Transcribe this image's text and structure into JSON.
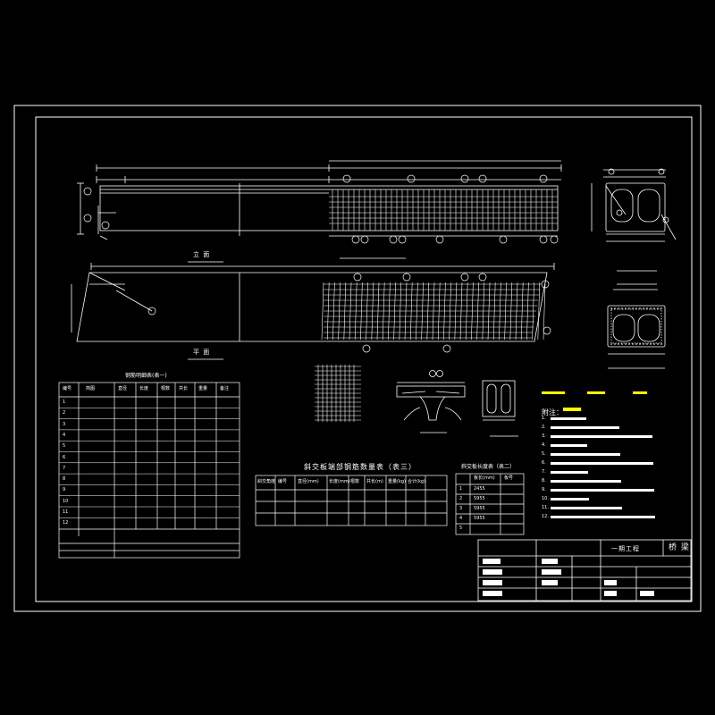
{
  "colors": {
    "background": "#000000",
    "lines": "#ffffff",
    "highlight": "#ffff00",
    "circles": "#ffffff"
  },
  "titles": {
    "elevation": "立 面",
    "plan": "平 面",
    "table3": "斜交板端部钢筋数量表（表三）",
    "table2": "斜交板长度表（表二）",
    "table1": "钢筋明细表(表一)",
    "title_block_project": "一期工程",
    "title_block_drawing": "桥 梁"
  },
  "notes": {
    "header": "附注：",
    "items": [
      "1.",
      "2.",
      "3.",
      "4.",
      "5.",
      "6.",
      "7.",
      "8.",
      "9.",
      "10.",
      "11.",
      "12."
    ]
  },
  "table2": {
    "header": [
      "",
      "板长(mm)",
      "板号"
    ],
    "rows": [
      [
        "1",
        "2455",
        ""
      ],
      [
        "2",
        "5955",
        ""
      ],
      [
        "3",
        "5955",
        ""
      ],
      [
        "4",
        "5955",
        ""
      ],
      [
        "5",
        "",
        ""
      ]
    ]
  },
  "table1": {
    "header": [
      "编号",
      "简图",
      "直径",
      "长度",
      "根数",
      "共长",
      "重量",
      "备注"
    ],
    "rows": [
      [
        "1",
        "",
        "",
        "",
        "",
        "",
        "",
        ""
      ],
      [
        "2",
        "",
        "",
        "",
        "",
        "",
        "",
        ""
      ],
      [
        "3",
        "",
        "",
        "",
        "",
        "",
        "",
        ""
      ],
      [
        "4",
        "",
        "",
        "",
        "",
        "",
        "",
        ""
      ],
      [
        "5",
        "",
        "",
        "",
        "",
        "",
        "",
        ""
      ],
      [
        "6",
        "",
        "",
        "",
        "",
        "",
        "",
        ""
      ],
      [
        "7",
        "",
        "",
        "",
        "",
        "",
        "",
        ""
      ],
      [
        "8",
        "",
        "",
        "",
        "",
        "",
        "",
        ""
      ],
      [
        "9",
        "",
        "",
        "",
        "",
        "",
        "",
        ""
      ],
      [
        "10",
        "",
        "",
        "",
        "",
        "",
        "",
        ""
      ],
      [
        "11",
        "",
        "",
        "",
        "",
        "",
        "",
        ""
      ],
      [
        "12",
        "",
        "",
        "",
        "",
        "",
        "",
        ""
      ]
    ]
  },
  "table3": {
    "header": [
      "斜交角度",
      "编号",
      "直径(mm)",
      "长度(mm)",
      "根数",
      "共长(m)",
      "重量(kg)",
      "合计(kg)"
    ],
    "rows": [
      [
        "",
        "",
        "",
        "",
        "",
        "",
        "",
        ""
      ],
      [
        "",
        "",
        "",
        "",
        "",
        "",
        "",
        ""
      ],
      [
        "",
        "",
        "",
        "",
        "",
        "",
        "",
        ""
      ]
    ]
  }
}
